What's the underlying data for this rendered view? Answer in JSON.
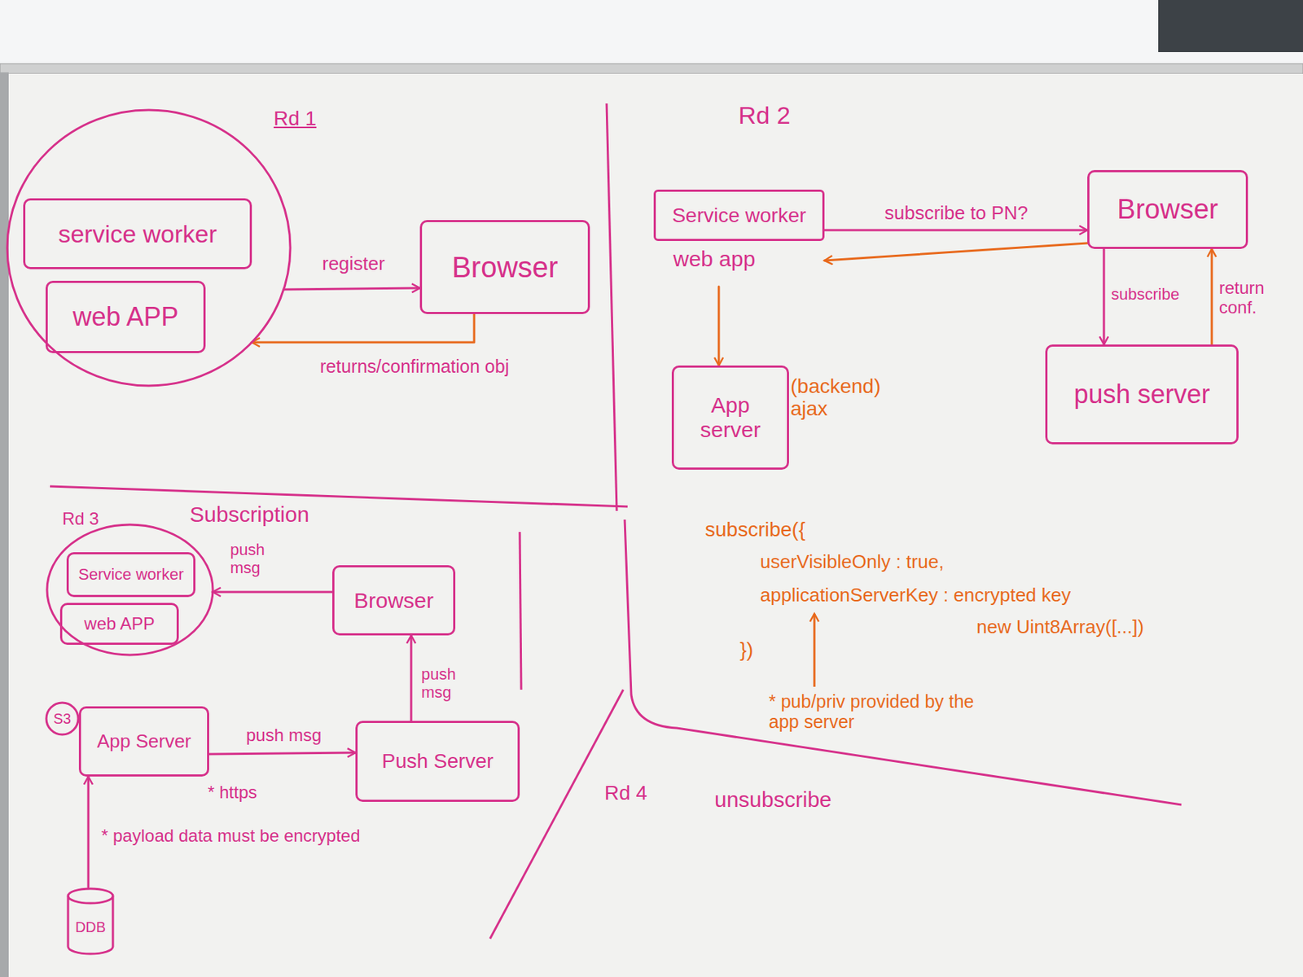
{
  "diagram": {
    "nodes": [
      {
        "text": []
      },
      {
        "text": [
          "service worker"
        ],
        "in": 0
      },
      {
        "text": [
          "web APP"
        ],
        "in": 0
      },
      {
        "text": [
          "Browser"
        ]
      },
      {
        "text": [
          "Service worker",
          "web app"
        ]
      },
      {
        "text": [
          "Browser"
        ]
      },
      {
        "text": [
          "App server"
        ]
      },
      {
        "text": [
          "push server"
        ]
      },
      {
        "text": []
      },
      {
        "text": [
          "Service worker"
        ],
        "in": 8
      },
      {
        "text": [
          "web APP"
        ],
        "in": 8
      },
      {
        "text": [
          "Browser"
        ]
      },
      {
        "text": [
          "App Server"
        ]
      },
      {
        "text": [
          "Push Server"
        ]
      },
      {
        "text": [
          "DDB"
        ]
      }
    ],
    "edges": [
      {
        "from": 0,
        "to": 3,
        "label": "register",
        "arrow": "to"
      },
      {
        "from": 3,
        "to": 0,
        "label": "returns/confirmation obj",
        "arrow": "to"
      },
      {
        "from": 4,
        "to": 5,
        "label": "subscribe to PN?",
        "arrow": "to"
      },
      {
        "from": 5,
        "to": 4,
        "arrow": "to"
      },
      {
        "from": 4,
        "to": 6,
        "arrow": "to"
      },
      {
        "from": 5,
        "to": 7,
        "label": "subscribe",
        "arrow": "to"
      },
      {
        "from": 7,
        "to": 5,
        "label": "return conf.",
        "arrow": "to"
      },
      {
        "from": 11,
        "to": 8,
        "label": "push msg",
        "arrow": "to"
      },
      {
        "from": 13,
        "to": 11,
        "label": "push msg",
        "arrow": "to"
      },
      {
        "from": 12,
        "to": 13,
        "label": "push msg",
        "arrow": "to"
      },
      {
        "from": 14,
        "to": 12,
        "arrow": "to"
      }
    ],
    "labels": [
      "Rd 1",
      "Rd 2",
      "(backend) ajax",
      "subscribe({",
      "userVisibleOnly : true,",
      "applicationServerKey : encrypted key",
      "new Uint8Array([...])",
      "})",
      "* pub/priv provided by the app server",
      "Rd 3",
      "Subscription",
      "S3",
      "* https",
      "* payload data must be encrypted",
      "Rd 4",
      "unsubscribe"
    ]
  }
}
